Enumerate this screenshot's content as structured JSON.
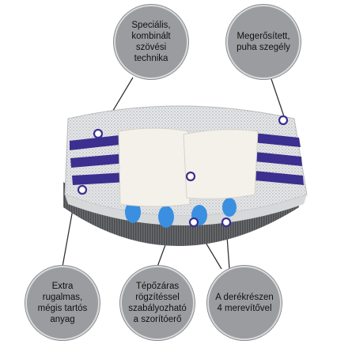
{
  "callouts": {
    "special_weave": "Speciális,\nkombinált\nszövési\ntechnika",
    "reinforced_edge": "Megerősített,\npuha szegély",
    "elastic_material": "Extra\nrugalmas,\nmégis tartós\nanyag",
    "velcro_adjust": "Tépőzáras\nrögzítéssel\nszabályozható\na szorítóerő",
    "stays": "A derékrészen\n4 merevítővel"
  },
  "colors": {
    "callout_fill": "#9a9c9f",
    "band_purple": "#3b2f8f",
    "mesh_gray": "#d4d5d7",
    "inner_dark": "#5a5b5e",
    "pad_blue": "#3a8fe0",
    "velcro_white": "#f3f1ea"
  }
}
